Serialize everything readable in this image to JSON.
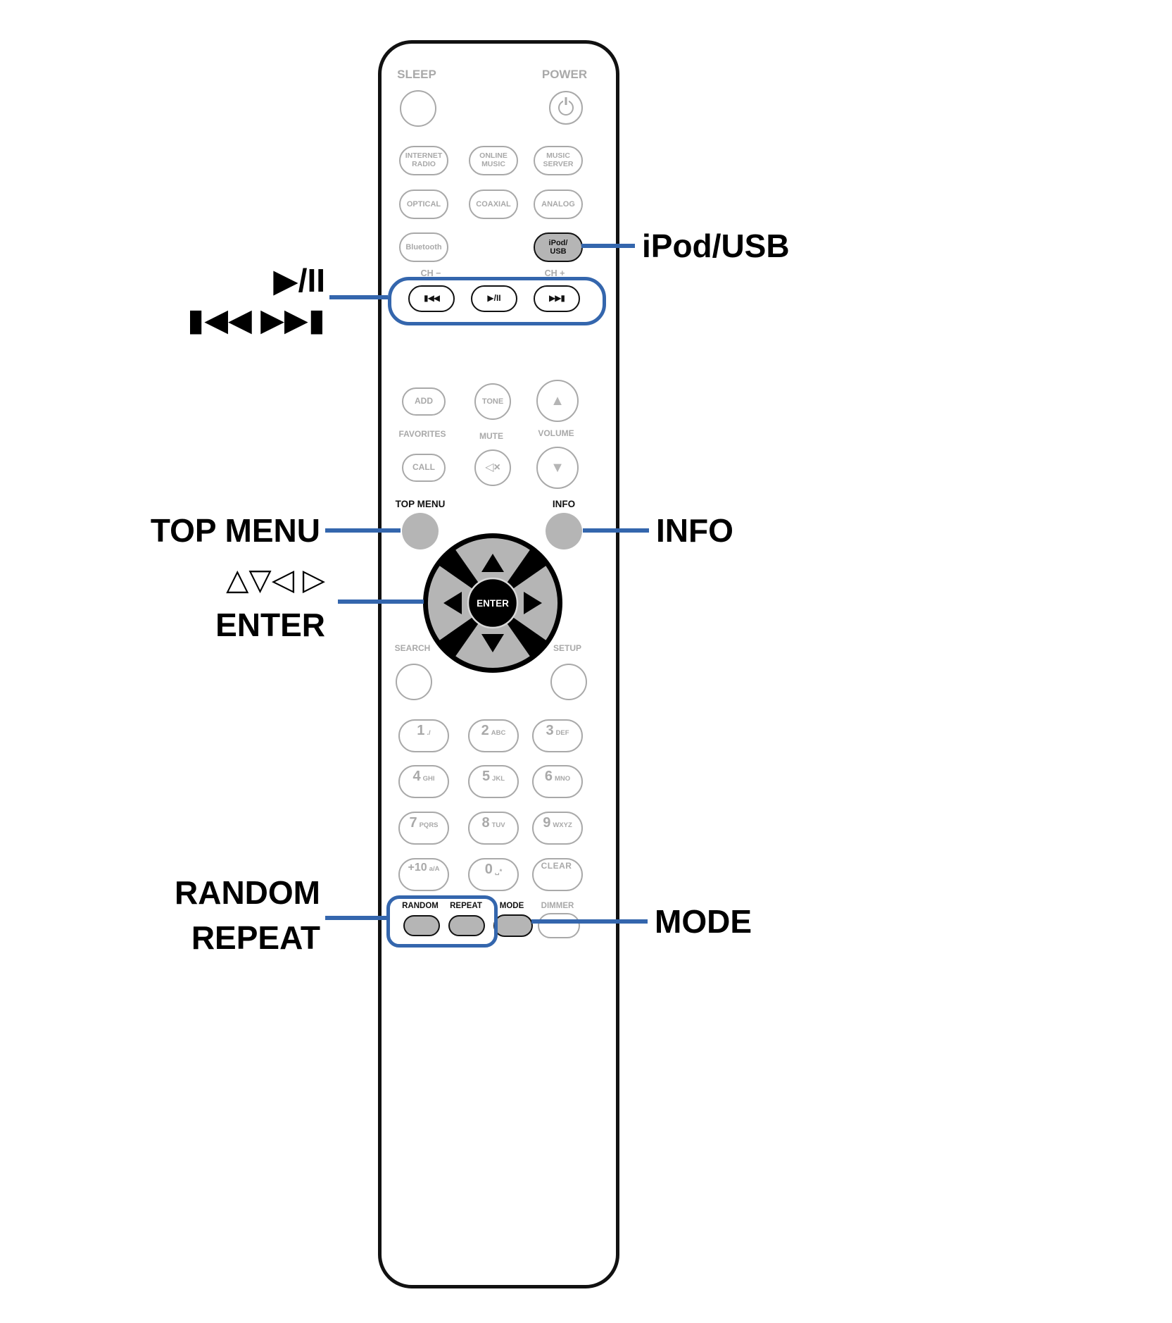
{
  "colors": {
    "accent": "#3466ad",
    "button_gray": "#b5b5b5",
    "outline_gray": "#a9a9a9",
    "ink": "#111111"
  },
  "callouts": {
    "play_pause": "▶/II",
    "skip": "▮◀◀  ▶▶▮",
    "top_menu": "TOP MENU",
    "cursor": "△▽◁ ▷",
    "enter": "ENTER",
    "random": "RANDOM",
    "repeat": "REPEAT",
    "ipod_usb": "iPod/USB",
    "info": "INFO",
    "mode": "MODE"
  },
  "remote": {
    "sleep": "SLEEP",
    "power": "POWER",
    "internet_radio": "INTERNET\nRADIO",
    "online_music": "ONLINE\nMUSIC",
    "music_server": "MUSIC\nSERVER",
    "optical": "OPTICAL",
    "coaxial": "COAXIAL",
    "analog": "ANALOG",
    "bluetooth": "Bluetooth",
    "ipod_usb": "iPod/\nUSB",
    "ch_minus": "CH −",
    "ch_plus": "CH +",
    "skip_back": "▮◀◀",
    "play_pause": "▶/II",
    "skip_forward": "▶▶▮",
    "add": "ADD",
    "tone": "TONE",
    "favorites": "FAVORITES",
    "mute": "MUTE",
    "volume": "VOLUME",
    "call": "CALL",
    "mute_icon_glyph": "◁×",
    "volume_up_glyph": "▲",
    "volume_down_glyph": "▼",
    "top_menu": "TOP MENU",
    "info": "INFO",
    "enter": "ENTER",
    "search": "SEARCH",
    "setup": "SETUP",
    "keypad": [
      {
        "main": "1",
        "sub": "./"
      },
      {
        "main": "2",
        "sub": "ABC"
      },
      {
        "main": "3",
        "sub": "DEF"
      },
      {
        "main": "4",
        "sub": "GHI"
      },
      {
        "main": "5",
        "sub": "JKL"
      },
      {
        "main": "6",
        "sub": "MNO"
      },
      {
        "main": "7",
        "sub": "PQRS"
      },
      {
        "main": "8",
        "sub": "TUV"
      },
      {
        "main": "9",
        "sub": "WXYZ"
      },
      {
        "main": "+10",
        "sub": "a/A"
      },
      {
        "main": "0",
        "sub": "␣*"
      },
      {
        "main": "CLEAR",
        "sub": ""
      }
    ],
    "random": "RANDOM",
    "repeat": "REPEAT",
    "mode": "MODE",
    "dimmer": "DIMMER"
  }
}
